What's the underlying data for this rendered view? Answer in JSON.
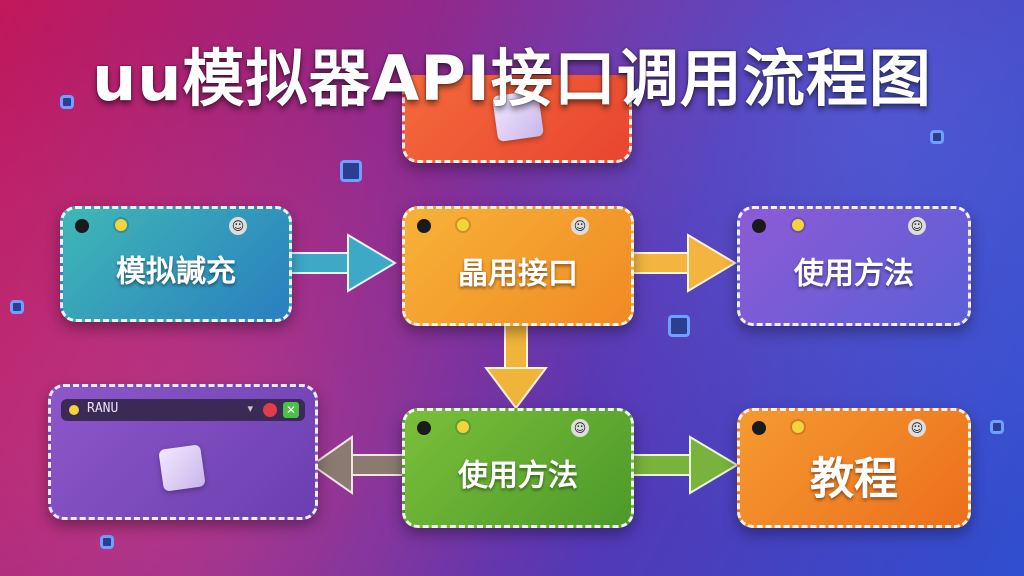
{
  "title": "uu模拟器API接口调用流程图",
  "nodes": {
    "top": {
      "label": ""
    },
    "emulator": {
      "label": "模拟諴充"
    },
    "api": {
      "label": "晶用接口"
    },
    "usage_right": {
      "label": "使用方法"
    },
    "usage_bottom": {
      "label": "使用方法"
    },
    "tutorial": {
      "label": "教程"
    },
    "window": {
      "title": "RANU"
    }
  },
  "colors": {
    "teal": "#3fb7b6",
    "orange": "#f7b238",
    "purple": "#8d5bd6",
    "green": "#7bbf3a",
    "orange2": "#f59a30",
    "window": "#8e57c9"
  },
  "edges": [
    {
      "from": "emulator",
      "to": "api"
    },
    {
      "from": "api",
      "to": "usage_right"
    },
    {
      "from": "api",
      "to": "usage_bottom"
    },
    {
      "from": "usage_bottom",
      "to": "tutorial"
    },
    {
      "from": "usage_bottom",
      "to": "window"
    }
  ]
}
